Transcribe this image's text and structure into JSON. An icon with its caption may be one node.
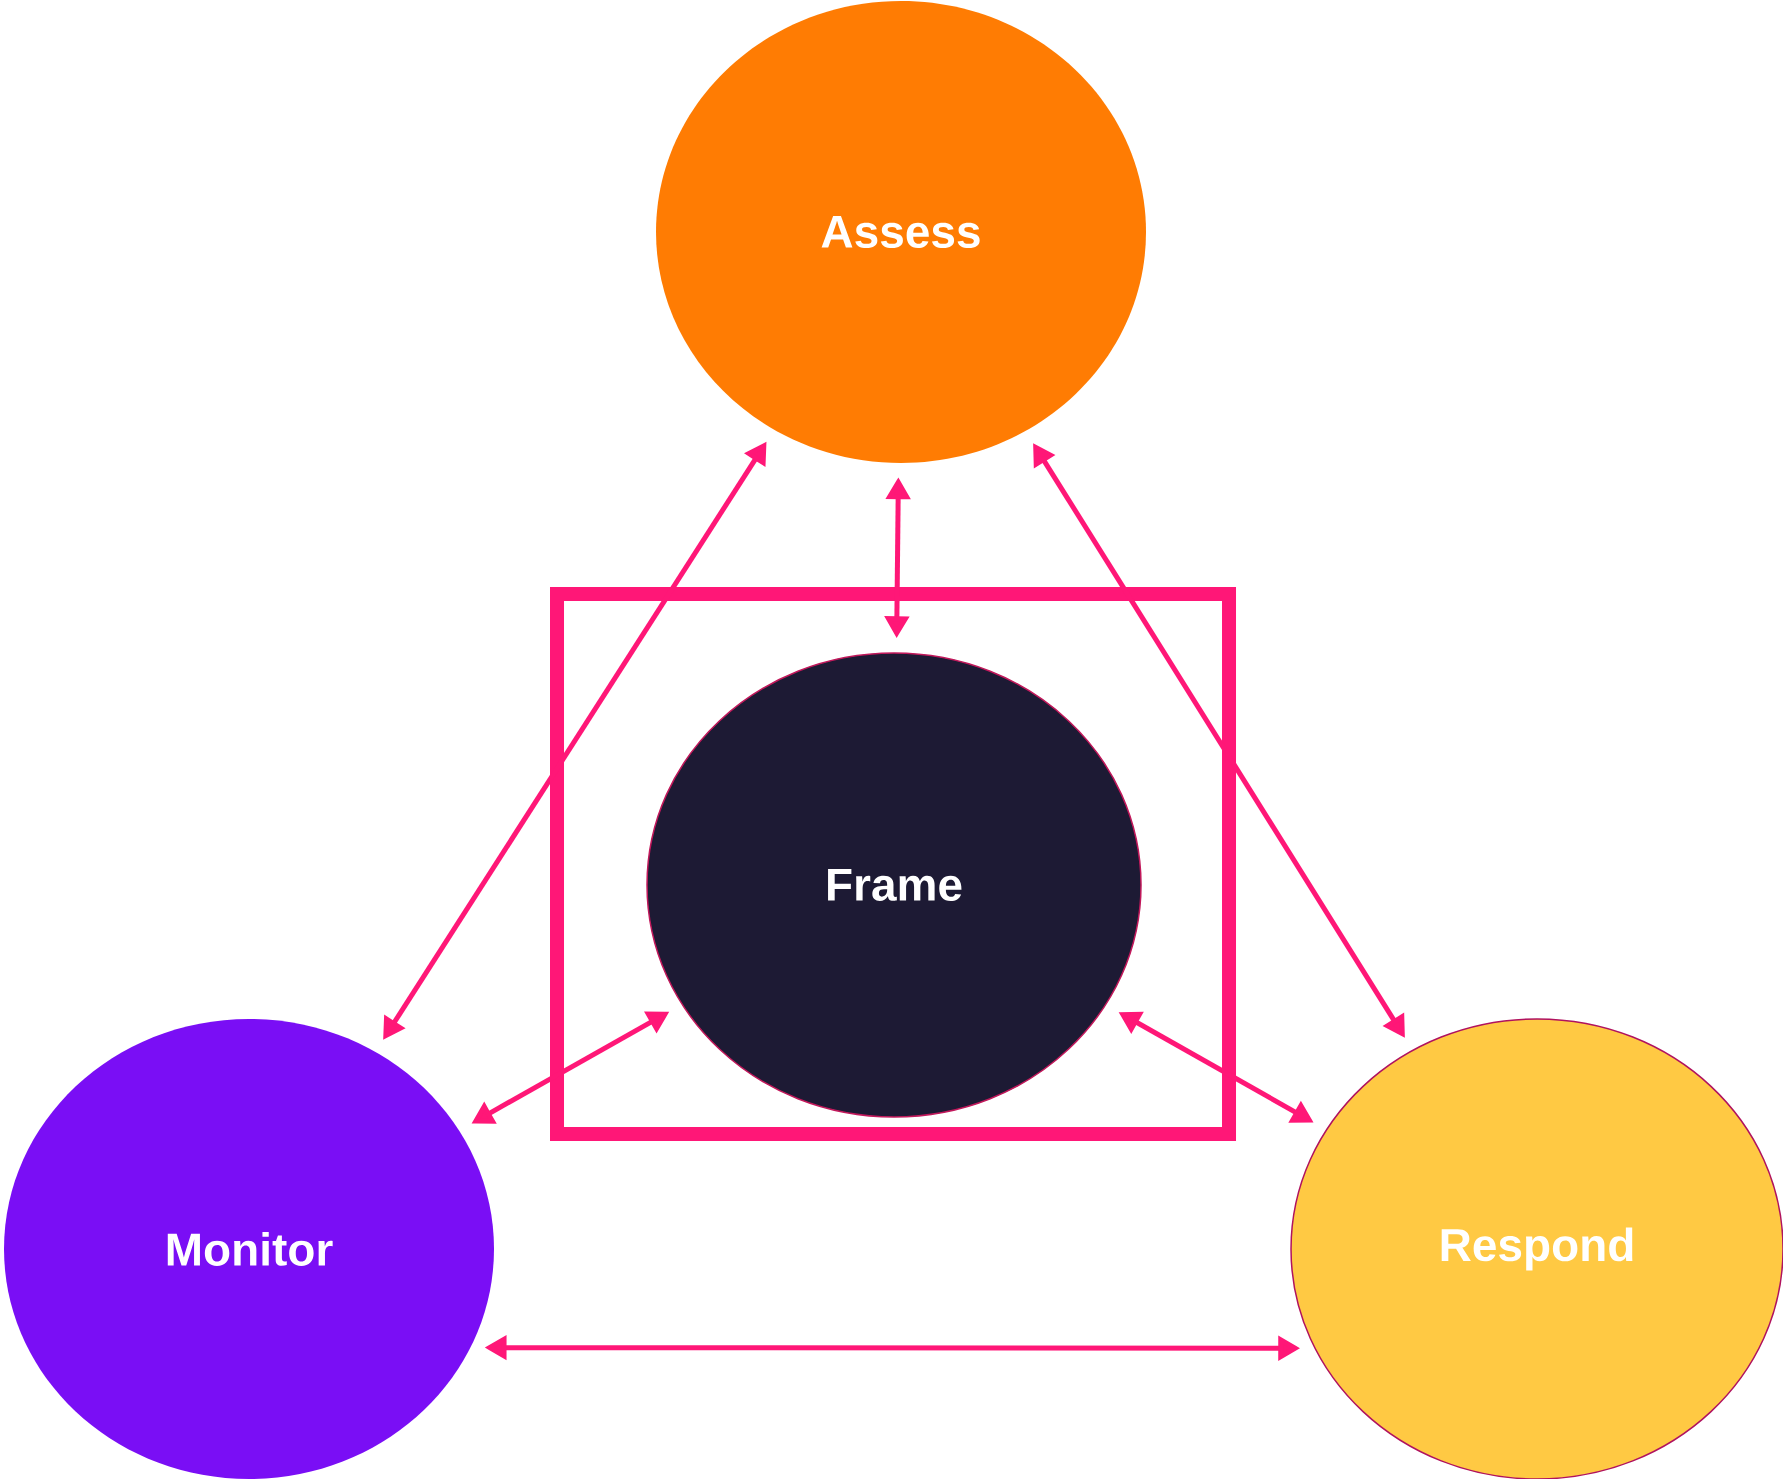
{
  "diagram": {
    "nodes": [
      {
        "text": [
          "Assess"
        ]
      },
      {
        "text": [],
        "shape": "box"
      },
      {
        "text": [
          "Frame"
        ],
        "in": 1
      },
      {
        "text": [
          "Monitor"
        ]
      },
      {
        "text": [
          "Respond"
        ]
      }
    ],
    "edges": [
      {
        "from": 0,
        "to": 2,
        "arrow": "both"
      },
      {
        "from": 0,
        "to": 3,
        "arrow": "both"
      },
      {
        "from": 0,
        "to": 4,
        "arrow": "both"
      },
      {
        "from": 2,
        "to": 3,
        "arrow": "both"
      },
      {
        "from": 2,
        "to": 4,
        "arrow": "both"
      },
      {
        "from": 3,
        "to": 4,
        "arrow": "both"
      }
    ]
  }
}
